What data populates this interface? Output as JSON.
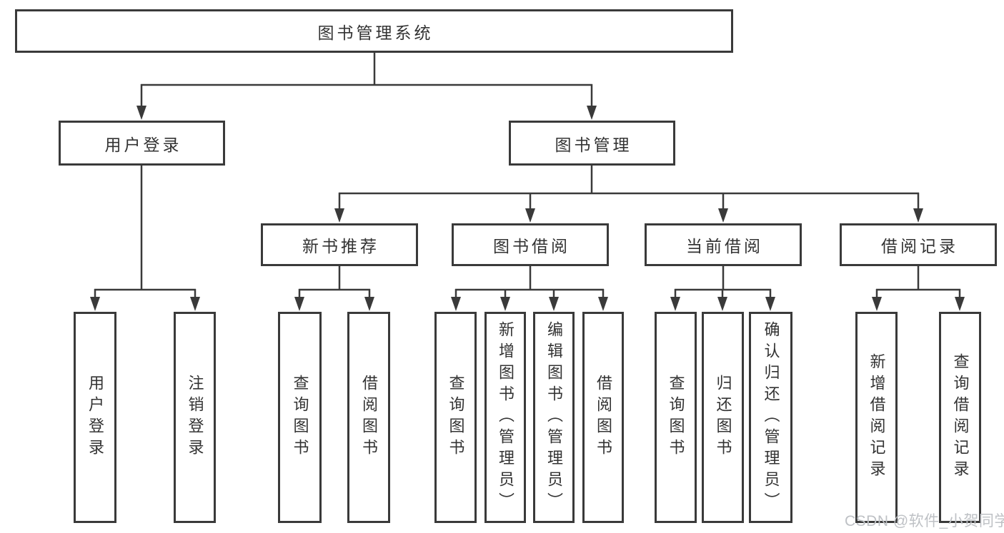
{
  "diagram": {
    "type": "tree",
    "title": "图书管理系统",
    "colors": {
      "background": "#ffffff",
      "line": "#3a3a3a",
      "box_border": "#3a3a3a",
      "text": "#333333",
      "watermark": "#bec1c5"
    },
    "nodes": [
      {
        "label": "图书管理系统",
        "parent": null
      },
      {
        "label": "用户登录",
        "parent": "图书管理系统"
      },
      {
        "label": "图书管理",
        "parent": "图书管理系统"
      },
      {
        "label": "新书推荐",
        "parent": "图书管理"
      },
      {
        "label": "图书借阅",
        "parent": "图书管理"
      },
      {
        "label": "当前借阅",
        "parent": "图书管理"
      },
      {
        "label": "借阅记录",
        "parent": "图书管理"
      },
      {
        "label": "用户登录",
        "parent": "用户登录"
      },
      {
        "label": "注销登录",
        "parent": "用户登录"
      },
      {
        "label": "查询图书",
        "parent": "新书推荐"
      },
      {
        "label": "借阅图书",
        "parent": "新书推荐"
      },
      {
        "label": "查询图书",
        "parent": "图书借阅"
      },
      {
        "label": "新增图书（管理员）",
        "parent": "图书借阅"
      },
      {
        "label": "编辑图书（管理员）",
        "parent": "图书借阅"
      },
      {
        "label": "借阅图书",
        "parent": "图书借阅"
      },
      {
        "label": "查询图书",
        "parent": "当前借阅"
      },
      {
        "label": "归还图书",
        "parent": "当前借阅"
      },
      {
        "label": "确认归还（管理员）",
        "parent": "当前借阅"
      },
      {
        "label": "新增借阅记录",
        "parent": "借阅记录"
      },
      {
        "label": "查询借阅记录",
        "parent": "借阅记录"
      }
    ]
  },
  "watermark": {
    "text": "CSDN @软件_小贺同学"
  }
}
